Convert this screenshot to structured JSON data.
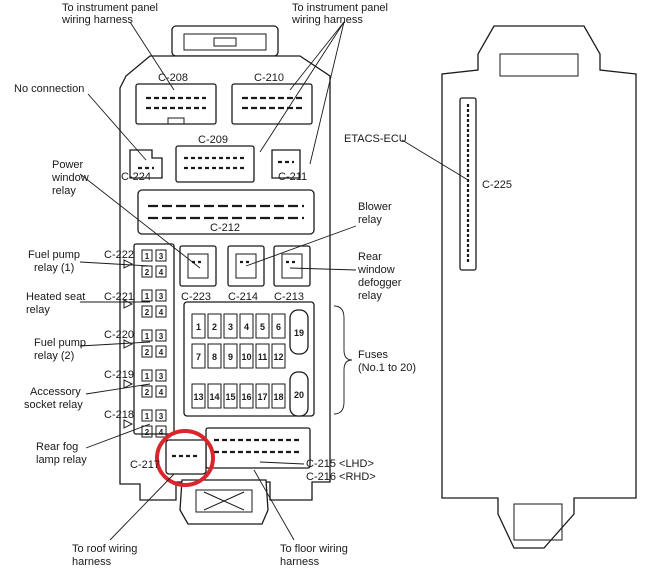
{
  "labels": {
    "to_ip_harness_left": [
      "To instrument panel",
      "wiring harness"
    ],
    "to_ip_harness_right": [
      "To instrument panel",
      "wiring harness"
    ],
    "no_connection": "No connection",
    "power_window_relay": [
      "Power",
      "window",
      "relay"
    ],
    "blower_relay": [
      "Blower",
      "relay"
    ],
    "rear_defogger_relay": [
      "Rear",
      "window",
      "defogger",
      "relay"
    ],
    "fuel_pump_relay_1": [
      "Fuel pump",
      "relay (1)"
    ],
    "heated_seat_relay": [
      "Heated seat",
      "relay"
    ],
    "fuel_pump_relay_2": [
      "Fuel pump",
      "relay (2)"
    ],
    "accessory_socket_relay": [
      "Accessory",
      "socket relay"
    ],
    "rear_fog_lamp_relay": [
      "Rear fog",
      "lamp relay"
    ],
    "fuses": [
      "Fuses",
      "(No.1 to 20)"
    ],
    "etacs_ecu": "ETACS-ECU",
    "to_roof_harness": [
      "To roof wiring",
      "harness"
    ],
    "to_floor_harness": [
      "To floor wiring",
      "harness"
    ]
  },
  "connectors": {
    "c208": "C-208",
    "c210": "C-210",
    "c209": "C-209",
    "c224": "C-224",
    "c211": "C-211",
    "c212": "C-212",
    "c223": "C-223",
    "c214": "C-214",
    "c213": "C-213",
    "c222": "C-222",
    "c221": "C-221",
    "c220": "C-220",
    "c219": "C-219",
    "c218": "C-218",
    "c217": "C-217",
    "c215": "C-215 <LHD>",
    "c216": "C-216 <RHD>",
    "c225": "C-225"
  },
  "relay_pins": [
    "1",
    "3",
    "2",
    "4"
  ],
  "fuse_rows": [
    [
      "1",
      "2",
      "3",
      "4",
      "5",
      "6"
    ],
    [
      "7",
      "8",
      "9",
      "10",
      "11",
      "12"
    ],
    [
      "13",
      "14",
      "15",
      "16",
      "17",
      "18"
    ]
  ],
  "large_fuses": [
    "19",
    "20"
  ],
  "colors": {
    "line": "#1a1a1a",
    "highlight": "#d9262c",
    "background": "#ffffff"
  }
}
